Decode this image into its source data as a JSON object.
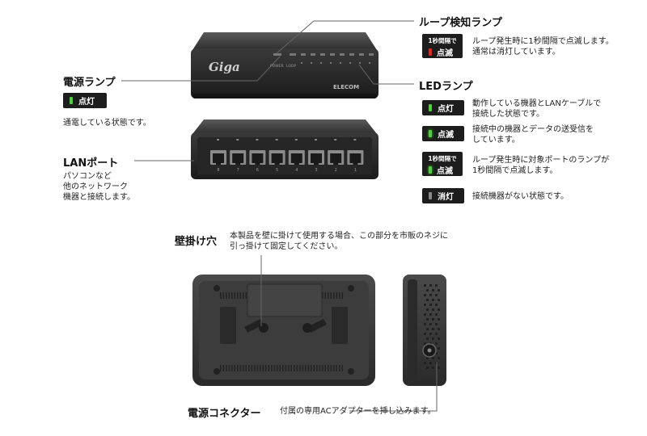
{
  "colors": {
    "green_led": "#4cd13a",
    "red_led": "#e5251f",
    "gray_led": "#8a8a8a",
    "badge_bg": "#1d1d1d",
    "device_body": "#333333"
  },
  "device": {
    "brand_logo": "Giga",
    "maker": "ELECOM",
    "lamp_labels": {
      "power": "POWER",
      "loop": "LOOP"
    },
    "port_numbers": [
      "8",
      "7",
      "6",
      "5",
      "4",
      "3",
      "2",
      "1"
    ]
  },
  "loop_lamp": {
    "title": "ループ検知ランプ",
    "badge_top": "1秒間隔で",
    "badge_label": "点滅",
    "desc_line1": "ループ発生時に1秒間隔で点滅します。",
    "desc_line2": "通常は消灯しています。"
  },
  "power_lamp": {
    "title": "電源ランプ",
    "badge_label": "点灯",
    "desc": "通電している状態です。"
  },
  "led_lamp": {
    "title": "LEDランプ",
    "items": [
      {
        "badge_label": "点灯",
        "desc_line1": "動作している機器とLANケーブルで",
        "desc_line2": "接続した状態です。"
      },
      {
        "badge_label": "点滅",
        "desc_line1": "接続中の機器とデータの送受信を",
        "desc_line2": "しています。"
      },
      {
        "badge_top": "1秒間隔で",
        "badge_label": "点滅",
        "desc_line1": "ループ発生時に対象ポートのランプが",
        "desc_line2": "1秒間隔で点滅します。"
      },
      {
        "badge_label": "消灯",
        "desc_line1": "接続機器がない状態です。"
      }
    ]
  },
  "lan_port": {
    "title": "LANポート",
    "desc_line1": "パソコンなど",
    "desc_line2": "他のネットワーク",
    "desc_line3": "機器と接続します。"
  },
  "wall_mount": {
    "title": "壁掛け穴",
    "desc_line1": "本製品を壁に掛けて使用する場合、この部分を市販のネジに",
    "desc_line2": "引っ掛けて固定してください。"
  },
  "power_connector": {
    "title": "電源コネクター",
    "desc": "付属の専用ACアダプターを挿し込みます。"
  }
}
